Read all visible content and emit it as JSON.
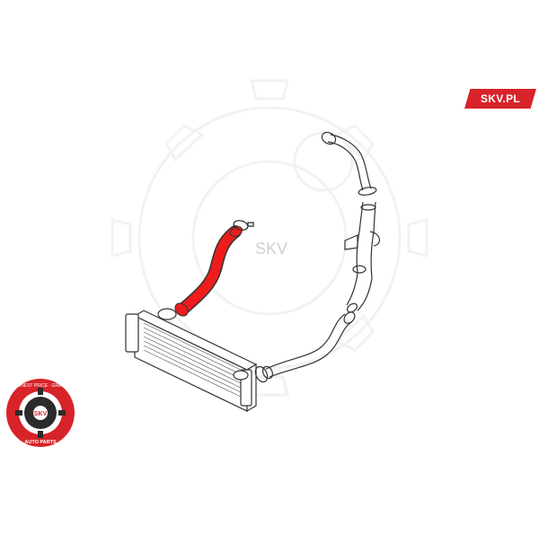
{
  "brand": {
    "tag_text": "SKV.PL",
    "tag_color": "#d8232a",
    "watermark_text": "SKV"
  },
  "logo": {
    "ring_text_top": "HONEST PRICE · GREAT",
    "ring_text_bottom": "AUTO PARTS",
    "center_text": "SKV",
    "color": "#d8232a"
  },
  "diagram": {
    "highlight_color": "#ee1c1c",
    "line_color": "#333333",
    "parts": [
      {
        "name": "intercooler",
        "icon": "intercooler-icon",
        "highlighted": false
      },
      {
        "name": "charge-air-hose-highlighted",
        "icon": "hose-icon",
        "highlighted": true
      },
      {
        "name": "hose-clamp",
        "icon": "clamp-icon",
        "highlighted": false
      },
      {
        "name": "charge-air-hose-lower",
        "icon": "hose-icon",
        "highlighted": false
      },
      {
        "name": "charge-air-pipe-upper",
        "icon": "pipe-icon",
        "highlighted": false
      }
    ]
  }
}
